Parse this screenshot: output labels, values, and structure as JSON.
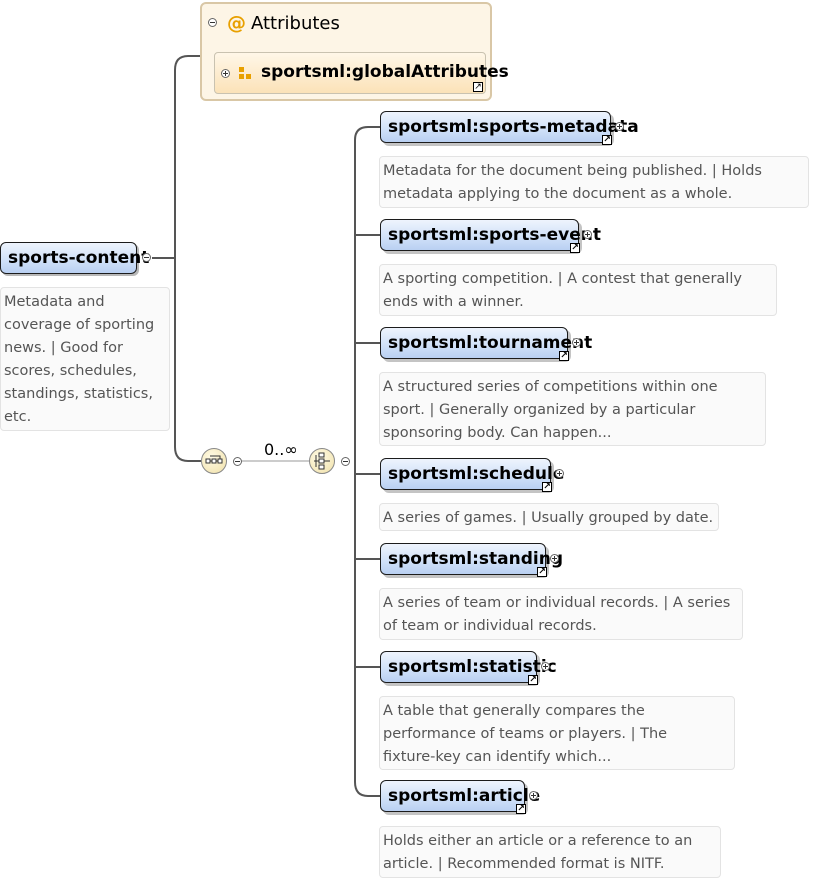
{
  "root": {
    "name": "sports-content",
    "doc": [
      "Metadata and",
      "coverage of sporting",
      "news. | Good for",
      "scores, schedules,",
      "standings, statistics,",
      "etc."
    ]
  },
  "attributes": {
    "header": "Attributes",
    "group": "sportsml:globalAttributes"
  },
  "cardinality": "0..∞",
  "children": [
    {
      "name": "sportsml:sports-metadata",
      "doc": [
        "Metadata for the document being published. | Holds",
        "metadata applying to the document as a whole."
      ]
    },
    {
      "name": "sportsml:sports-event",
      "doc": [
        "A sporting competition. | A contest that generally",
        "ends with a winner."
      ]
    },
    {
      "name": "sportsml:tournament",
      "doc": [
        "A structured series of competitions within one",
        "sport. | Generally organized by a particular",
        "sponsoring body. Can happen..."
      ]
    },
    {
      "name": "sportsml:schedule",
      "doc": [
        "A series of games. | Usually grouped by date."
      ]
    },
    {
      "name": "sportsml:standing",
      "doc": [
        "A series of team or individual records. | A series",
        "of team or individual records."
      ]
    },
    {
      "name": "sportsml:statistic",
      "doc": [
        "A table that generally compares the",
        "performance of teams or players. | The",
        "fixture-key can identify which..."
      ]
    },
    {
      "name": "sportsml:article",
      "doc": [
        "Holds either an article or a reference to an",
        "article. | Recommended format is NITF."
      ]
    }
  ],
  "icons": {
    "attributes": "at-sign-icon",
    "attribute_group": "attribute-group-icon",
    "sequence": "sequence-compositor-icon",
    "choice": "choice-compositor-icon",
    "reference": "reference-arrow-icon",
    "expand": "expand-icon",
    "collapse": "collapse-icon"
  },
  "colors": {
    "element_fill": "#cfe0f8",
    "attribute_fill": "#fdf5e6",
    "attribute_accent": "#e8a000",
    "connector": "#555555"
  }
}
